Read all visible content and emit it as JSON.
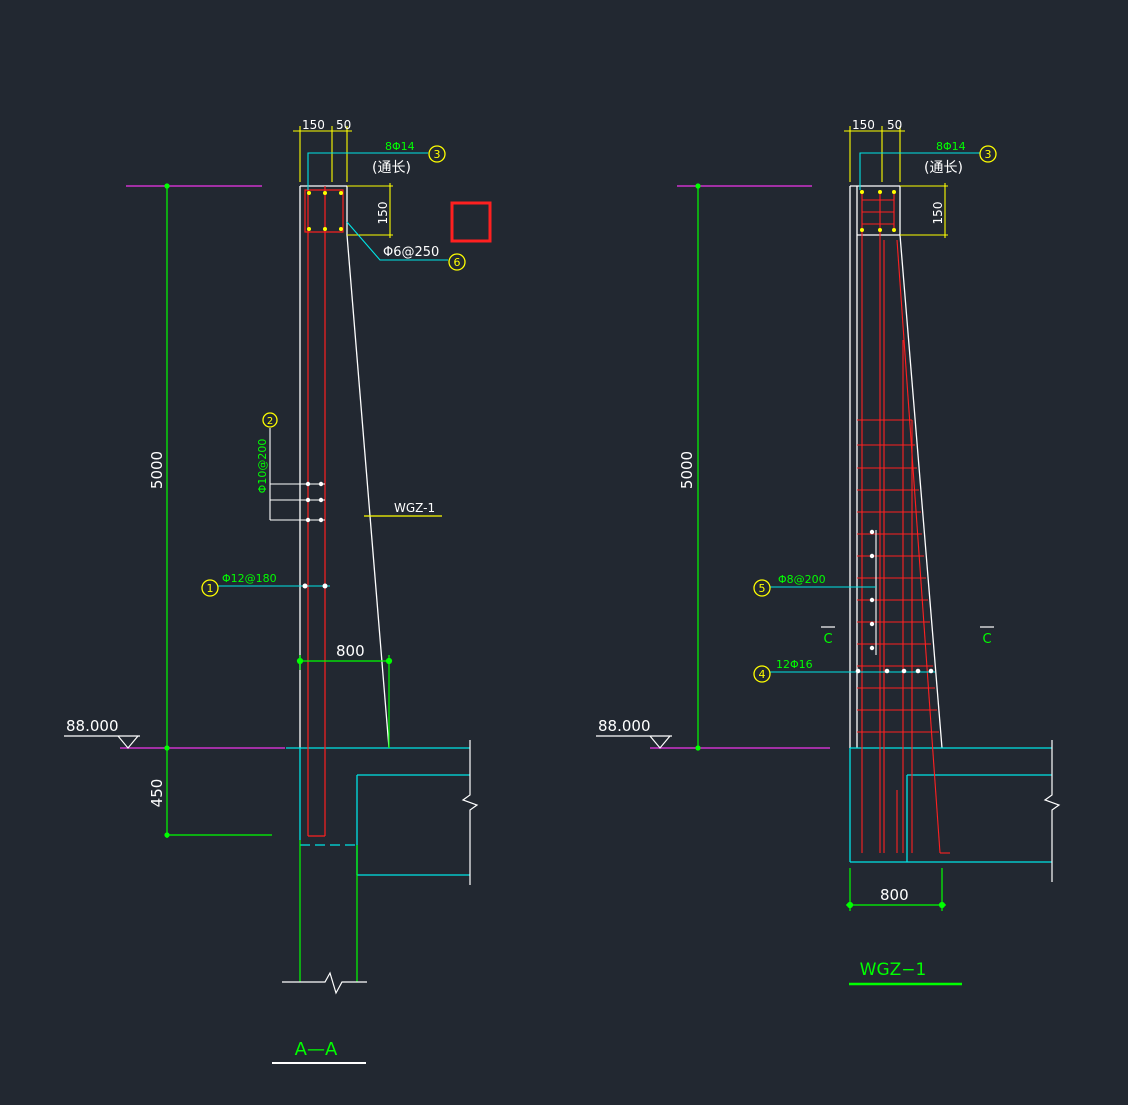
{
  "colors": {
    "background": "#222831",
    "line": "#ffffff",
    "dim": "#00ff00",
    "rebar": "#ff2020",
    "cyan": "#00e5e5",
    "yellow": "#ffff00",
    "magenta": "#cc33cc"
  },
  "left_section": {
    "dim_150": "150",
    "dim_50": "50",
    "dim_top_150": "150",
    "dim_height": "5000",
    "dim_base": "450",
    "dim_width": "800",
    "elevation": "88.000",
    "callout_3_bar": "8Φ14",
    "callout_3_note": "(通长)",
    "callout_3_num": "3",
    "callout_6_bar": "Φ6@250",
    "callout_6_num": "6",
    "callout_2_bar": "Φ10@200",
    "callout_2_num": "2",
    "callout_1_bar": "Φ12@180",
    "callout_1_num": "1",
    "tag_label": "WGZ-1",
    "title": "A—A"
  },
  "right_section": {
    "dim_150": "150",
    "dim_50": "50",
    "dim_top_150": "150",
    "dim_height": "5000",
    "dim_width": "800",
    "elevation": "88.000",
    "callout_3_bar": "8Φ14",
    "callout_3_note": "(通长)",
    "callout_3_num": "3",
    "callout_5_bar": "Φ8@200",
    "callout_5_num": "5",
    "callout_4_bar": "12Φ16",
    "callout_4_num": "4",
    "cut_left": "C",
    "cut_right": "C",
    "title": "WGZ−1"
  }
}
